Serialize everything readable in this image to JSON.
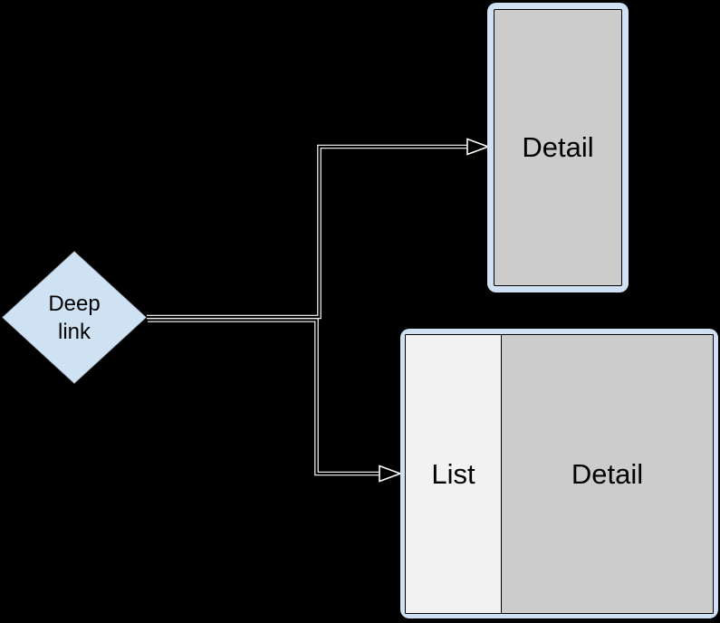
{
  "diagram_type": "navigation-deep-link-flow",
  "colors": {
    "background": "#000000",
    "frame_blue": "#cfe2f3",
    "pane_gray": "#cccccc",
    "pane_light_gray": "#f2f2f2",
    "line_white": "#ffffff",
    "line_black": "#000000",
    "text": "#000000"
  },
  "nodes": {
    "diamond": {
      "label": "Deep link",
      "shape": "diamond"
    },
    "phone": {
      "detail_label": "Detail",
      "type": "portrait-device"
    },
    "tablet": {
      "list_label": "List",
      "detail_label": "Detail",
      "type": "landscape-device-two-pane"
    }
  },
  "edges": [
    {
      "from": "Deep link",
      "to": "Detail (portrait device)",
      "style": "outlined-elbow-arrow"
    },
    {
      "from": "Deep link",
      "to": "List + Detail (landscape device)",
      "style": "outlined-elbow-arrow"
    }
  ]
}
